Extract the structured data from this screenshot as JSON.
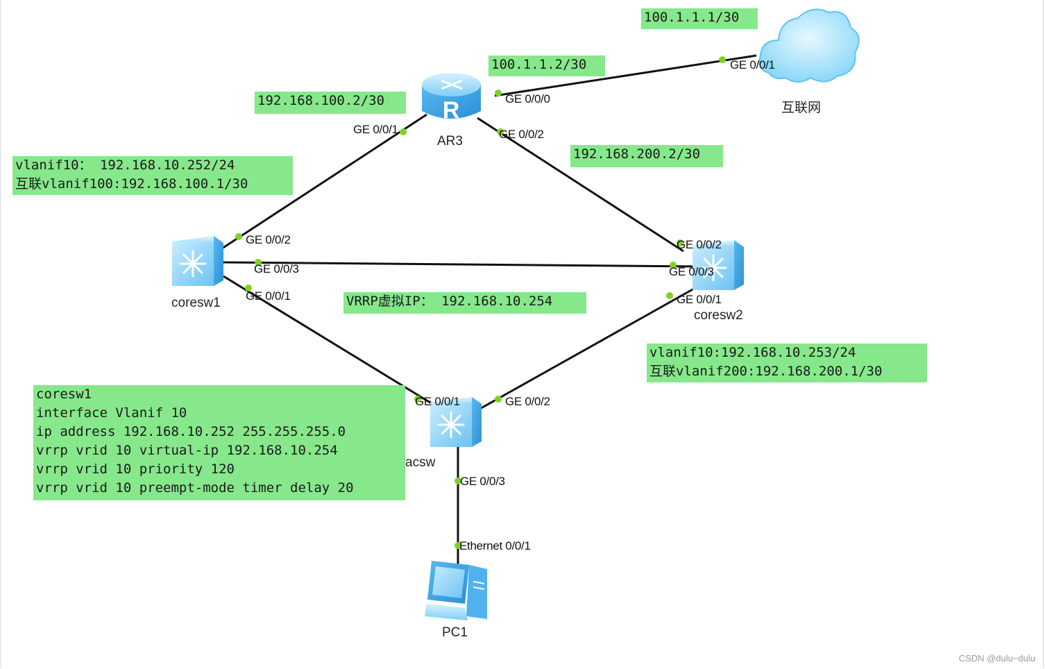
{
  "devices": {
    "router": "AR3",
    "internet": "互联网",
    "core1": "coresw1",
    "core2": "coresw2",
    "access": "acsw",
    "pc": "PC1"
  },
  "ports": {
    "ar3_ge000": "GE 0/0/0",
    "ar3_ge001": "GE 0/0/1",
    "ar3_ge002": "GE 0/0/2",
    "internet_ge001": "GE 0/0/1",
    "c1_ge002": "GE 0/0/2",
    "c1_ge003": "GE 0/0/3",
    "c1_ge001": "GE 0/0/1",
    "c2_ge002": "GE 0/0/2",
    "c2_ge003": "GE 0/0/3",
    "c2_ge001": "GE 0/0/1",
    "ac_ge001": "GE 0/0/1",
    "ac_ge002": "GE 0/0/2",
    "ac_ge003": "GE 0/0/3",
    "pc_eth001": "Ethernet 0/0/1"
  },
  "labels": {
    "isp_ip": "100.1.1.1/30",
    "ar3_wan_ip": "100.1.1.2/30",
    "ar3_to_c1_ip": "192.168.100.2/30",
    "ar3_to_c2_ip": "192.168.200.2/30",
    "c1_info": "vlanif10： 192.168.10.252/24\n互联vlanif100:192.168.100.1/30",
    "vrrp_vip": "VRRP虚拟IP： 192.168.10.254",
    "c2_info": "vlanif10:192.168.10.253/24\n互联vlanif200:192.168.200.1/30",
    "config": "coresw1\ninterface Vlanif 10\nip address 192.168.10.252 255.255.255.0\nvrrp vrid 10 virtual-ip 192.168.10.254\nvrrp vrid 10 priority 120\nvrrp vrid 10 preempt-mode timer delay 20"
  },
  "watermark": "CSDN @dulu~dulu",
  "colors": {
    "label_bg": "#86e88a",
    "port_dot": "#7ed321",
    "link": "#111111",
    "device_blue": "#3fa9f5"
  },
  "icons": {
    "router": "router-icon",
    "internet": "cloud-icon",
    "switch": "switch-icon",
    "pc": "pc-icon"
  }
}
